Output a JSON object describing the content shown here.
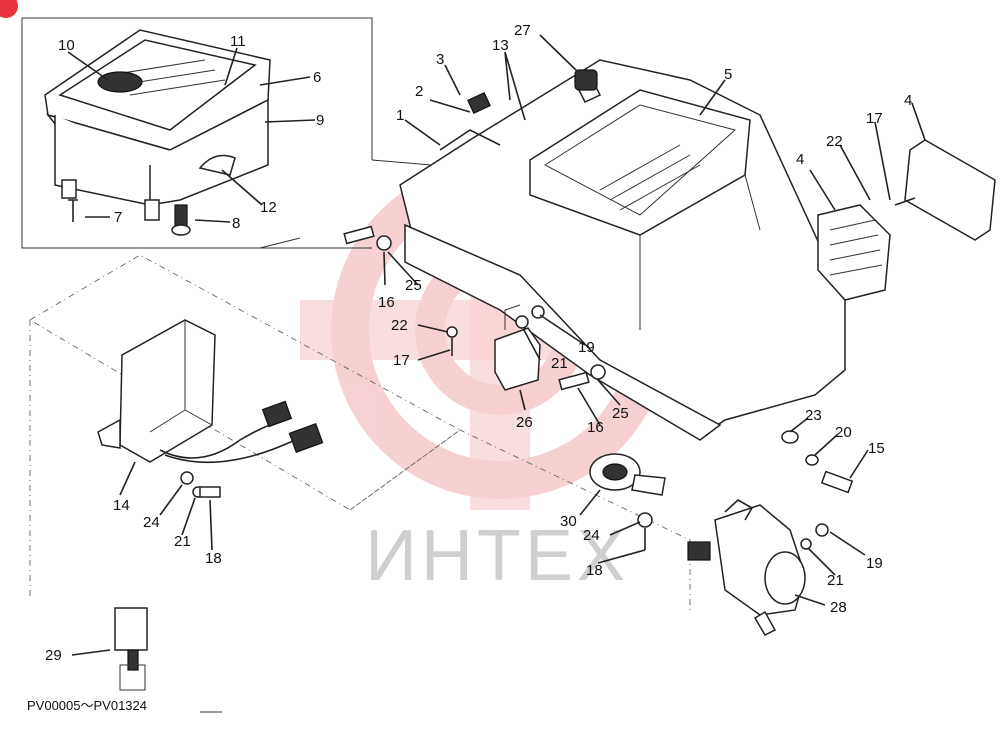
{
  "diagram": {
    "serial_range": "PV00005～PV01324",
    "watermark": "ИНТЕХ",
    "accent_color": "#e8323c",
    "watermark_color": "#f2b5b8",
    "callouts": [
      {
        "id": "c10",
        "text": "10"
      },
      {
        "id": "c11",
        "text": "11"
      },
      {
        "id": "c6",
        "text": "6"
      },
      {
        "id": "c9",
        "text": "9"
      },
      {
        "id": "c7",
        "text": "7"
      },
      {
        "id": "c8",
        "text": "8"
      },
      {
        "id": "c12",
        "text": "12"
      },
      {
        "id": "c3",
        "text": "3"
      },
      {
        "id": "c13",
        "text": "13"
      },
      {
        "id": "c27",
        "text": "27"
      },
      {
        "id": "c2",
        "text": "2"
      },
      {
        "id": "c1",
        "text": "1"
      },
      {
        "id": "c5",
        "text": "5"
      },
      {
        "id": "c4a",
        "text": "4"
      },
      {
        "id": "c17a",
        "text": "17"
      },
      {
        "id": "c22a",
        "text": "22"
      },
      {
        "id": "c4b",
        "text": "4"
      },
      {
        "id": "c16a",
        "text": "16"
      },
      {
        "id": "c25a",
        "text": "25"
      },
      {
        "id": "c22b",
        "text": "22"
      },
      {
        "id": "c17b",
        "text": "17"
      },
      {
        "id": "c21a",
        "text": "21"
      },
      {
        "id": "c19a",
        "text": "19"
      },
      {
        "id": "c26",
        "text": "26"
      },
      {
        "id": "c25b",
        "text": "25"
      },
      {
        "id": "c16b",
        "text": "16"
      },
      {
        "id": "c23",
        "text": "23"
      },
      {
        "id": "c20",
        "text": "20"
      },
      {
        "id": "c15",
        "text": "15"
      },
      {
        "id": "c14",
        "text": "14"
      },
      {
        "id": "c24a",
        "text": "24"
      },
      {
        "id": "c21b",
        "text": "21"
      },
      {
        "id": "c18a",
        "text": "18"
      },
      {
        "id": "c30",
        "text": "30"
      },
      {
        "id": "c24b",
        "text": "24"
      },
      {
        "id": "c18b",
        "text": "18"
      },
      {
        "id": "c19b",
        "text": "19"
      },
      {
        "id": "c21c",
        "text": "21"
      },
      {
        "id": "c28",
        "text": "28"
      },
      {
        "id": "c29",
        "text": "29"
      }
    ]
  }
}
